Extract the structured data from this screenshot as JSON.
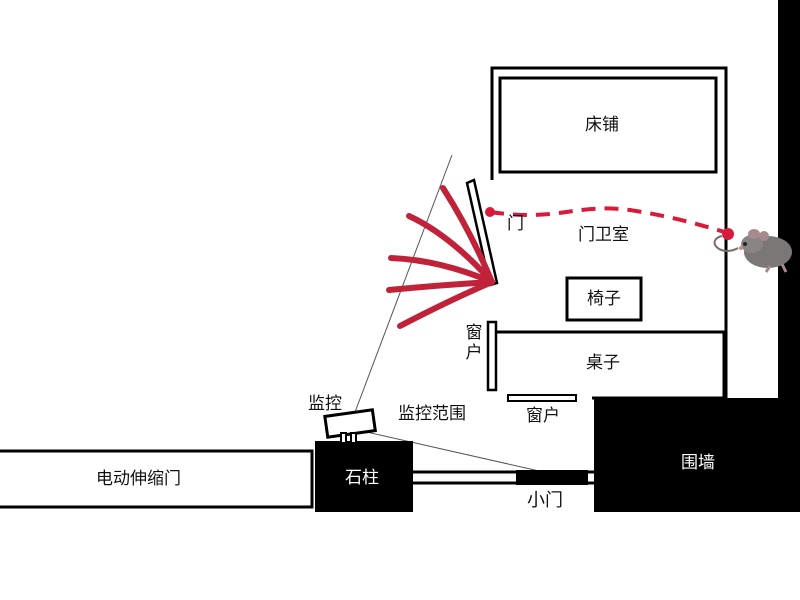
{
  "labels": {
    "bed": "床铺",
    "door": "门",
    "guard_room": "门卫室",
    "chair": "椅子",
    "window_side": "窗户",
    "desk": "桌子",
    "window_bottom": "窗户",
    "camera": "监控",
    "camera_range": "监控范围",
    "electric_gate": "电动伸缩门",
    "stone_pillar": "石柱",
    "small_gate": "小门",
    "wall": "围墙"
  },
  "colors": {
    "outline": "#000000",
    "swing": "#c0223a",
    "path": "#d81b3a",
    "fill_dark": "#000000"
  },
  "icons": {
    "rat": "rat-icon"
  }
}
